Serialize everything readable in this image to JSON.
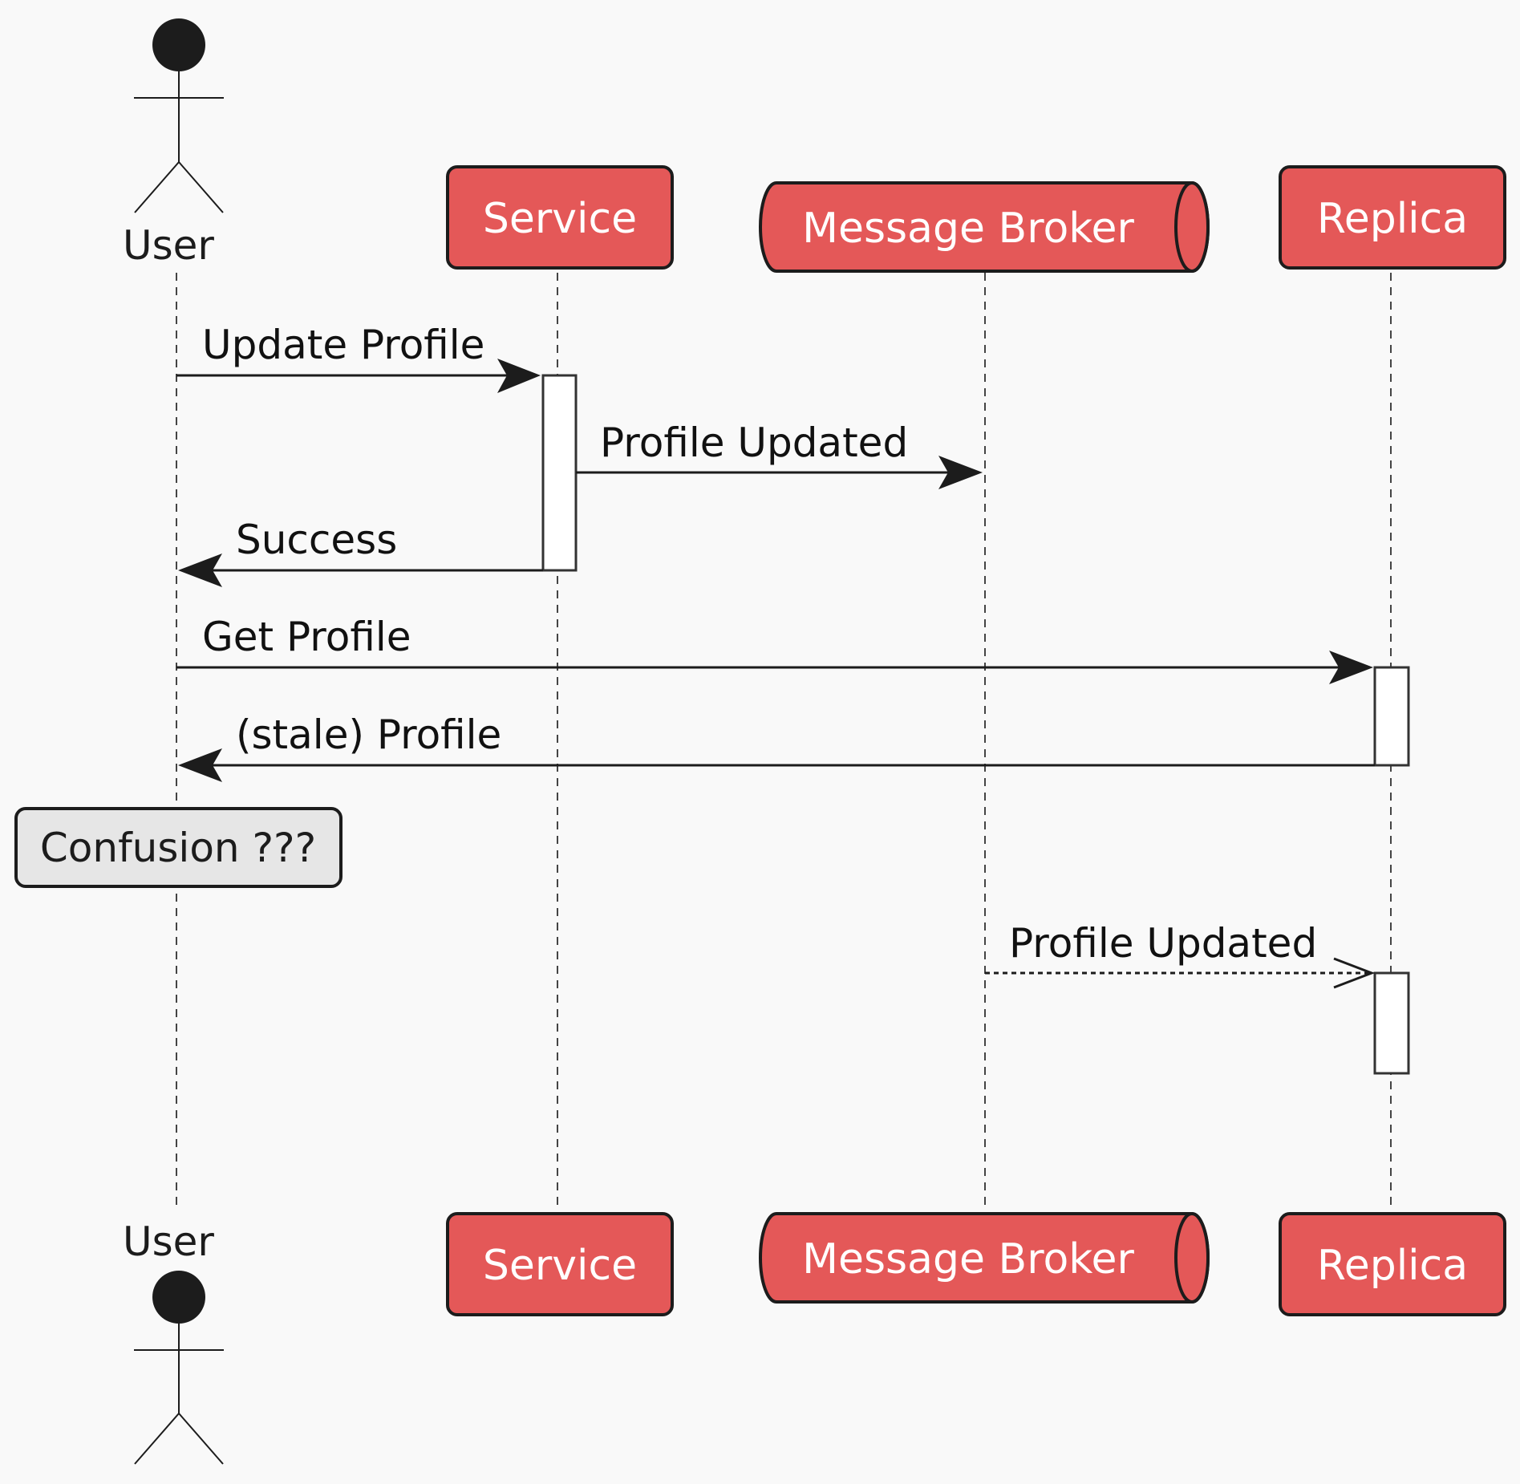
{
  "colors": {
    "participant_fill": "#e45858",
    "participant_text": "#ffffff",
    "note_fill": "#e6e6e6",
    "background": "#f9f9f9"
  },
  "participants": {
    "user": {
      "label": "User",
      "kind": "actor"
    },
    "service": {
      "label": "Service",
      "kind": "participant"
    },
    "broker": {
      "label": "Message Broker",
      "kind": "queue"
    },
    "replica": {
      "label": "Replica",
      "kind": "participant"
    }
  },
  "messages": [
    {
      "from": "User",
      "to": "Service",
      "label": "Update Profile",
      "style": "sync"
    },
    {
      "from": "Service",
      "to": "Message Broker",
      "label": "Profile Updated",
      "style": "sync"
    },
    {
      "from": "Service",
      "to": "User",
      "label": "Success",
      "style": "sync"
    },
    {
      "from": "User",
      "to": "Replica",
      "label": "Get Profile",
      "style": "sync"
    },
    {
      "from": "Replica",
      "to": "User",
      "label": "(stale) Profile",
      "style": "sync"
    },
    {
      "from": "Message Broker",
      "to": "Replica",
      "label": "Profile Updated",
      "style": "async"
    }
  ],
  "note": {
    "over": "User",
    "text": "Confusion ???"
  }
}
